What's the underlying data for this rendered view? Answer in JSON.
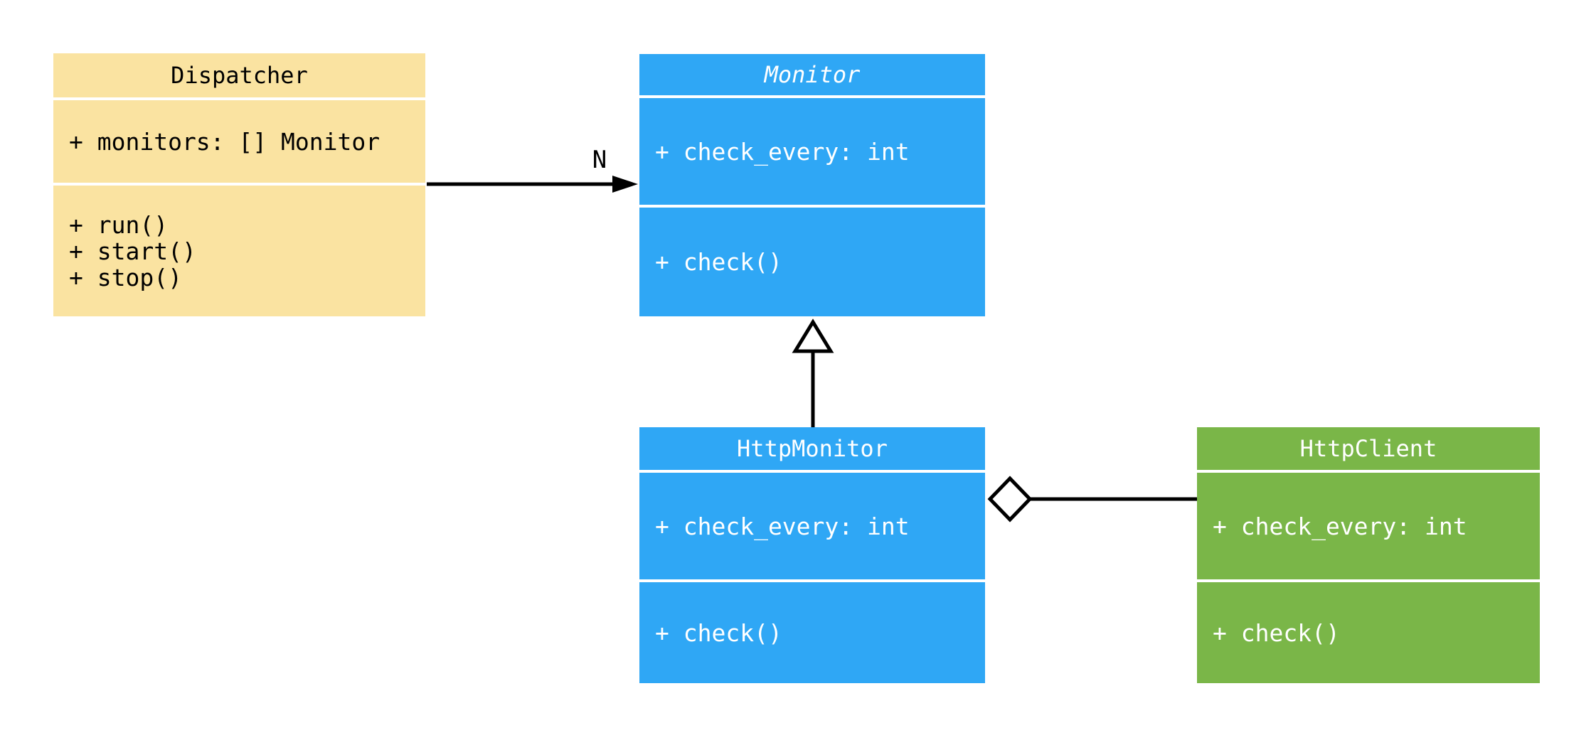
{
  "diagram": {
    "kind": "uml-class-diagram"
  },
  "colors": {
    "background": "#FFFFFF",
    "connector": "#000000",
    "class_yellow": "#FAE3A1",
    "class_blue": "#2FA7F5",
    "class_green": "#7AB648",
    "text_on_light": "#000000",
    "text_on_dark": "#FFFFFF"
  },
  "classes": [
    {
      "name": "Dispatcher",
      "abstract": false,
      "color": "#FAE3A1",
      "text_color": "#000000",
      "attributes": [
        "+ monitors: [] Monitor"
      ],
      "methods": [
        "+ run()",
        "+ start()",
        "+ stop()"
      ]
    },
    {
      "name": "Monitor",
      "abstract": true,
      "color": "#2FA7F5",
      "text_color": "#FFFFFF",
      "attributes": [
        "+ check_every: int"
      ],
      "methods": [
        "+ check()"
      ]
    },
    {
      "name": "HttpMonitor",
      "abstract": false,
      "color": "#2FA7F5",
      "text_color": "#FFFFFF",
      "attributes": [
        "+ check_every: int"
      ],
      "methods": [
        "+ check()"
      ]
    },
    {
      "name": "HttpClient",
      "abstract": false,
      "color": "#7AB648",
      "text_color": "#FFFFFF",
      "attributes": [
        "+ check_every: int"
      ],
      "methods": [
        "+ check()"
      ]
    }
  ],
  "relationships": [
    {
      "from": "Dispatcher",
      "to": "Monitor",
      "type": "association-arrow",
      "label": "N"
    },
    {
      "from": "HttpMonitor",
      "to": "Monitor",
      "type": "inheritance",
      "label": ""
    },
    {
      "from": "HttpMonitor",
      "to": "HttpClient",
      "type": "aggregation",
      "label": ""
    }
  ]
}
